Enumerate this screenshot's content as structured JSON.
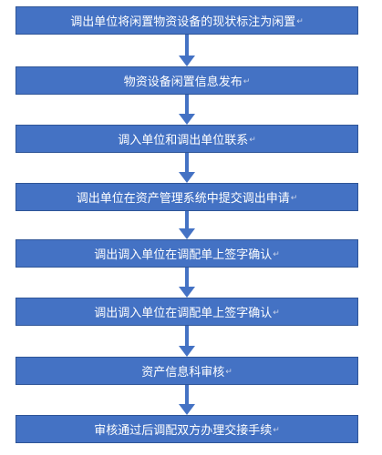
{
  "diagram": {
    "steps": [
      {
        "label": "调出单位将闲置物资设备的现状标注为闲置"
      },
      {
        "label": "物资设备闲置信息发布"
      },
      {
        "label": "调入单位和调出单位联系"
      },
      {
        "label": "调出单位在资产管理系统中提交调出申请"
      },
      {
        "label": "调出调入单位在调配单上签字确认"
      },
      {
        "label": "调出调入单位在调配单上签字确认"
      },
      {
        "label": "资产信息科审核"
      },
      {
        "label": "审核通过后调配双方办理交接手续"
      }
    ],
    "paragraph_mark": "↵",
    "colors": {
      "box_fill": "#4472c4",
      "box_border": "#2f5597",
      "text": "#ffffff",
      "arrow": "#4472c4"
    }
  }
}
